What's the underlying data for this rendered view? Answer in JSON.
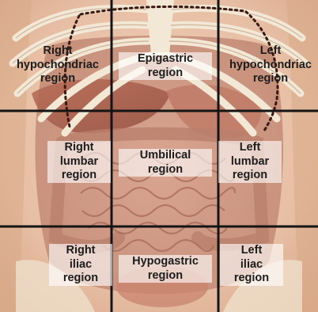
{
  "regions": {
    "right_hypochondriac": {
      "line1": "Right",
      "line2": "hypochondriac",
      "line3": "region"
    },
    "epigastric": {
      "line1": "Epigastric",
      "line2": "region"
    },
    "left_hypochondriac": {
      "line1": "Left",
      "line2": "hypochondriac",
      "line3": "region"
    },
    "right_lumbar": {
      "line1": "Right",
      "line2": "lumbar",
      "line3": "region"
    },
    "umbilical": {
      "line1": "Umbilical",
      "line2": "region"
    },
    "left_lumbar": {
      "line1": "Left",
      "line2": "lumbar",
      "line3": "region"
    },
    "right_iliac": {
      "line1": "Right",
      "line2": "iliac",
      "line3": "region"
    },
    "hypogastric": {
      "line1": "Hypogastric",
      "line2": "region"
    },
    "left_iliac": {
      "line1": "Left",
      "line2": "iliac",
      "line3": "region"
    }
  },
  "colors": {
    "skin": "#e9c2a6",
    "organ": "#c98a76",
    "intestine": "#d69a86",
    "rib": "#f3e7d6",
    "grid_line": "#141414",
    "dotted_outline": "#3a1a10"
  }
}
